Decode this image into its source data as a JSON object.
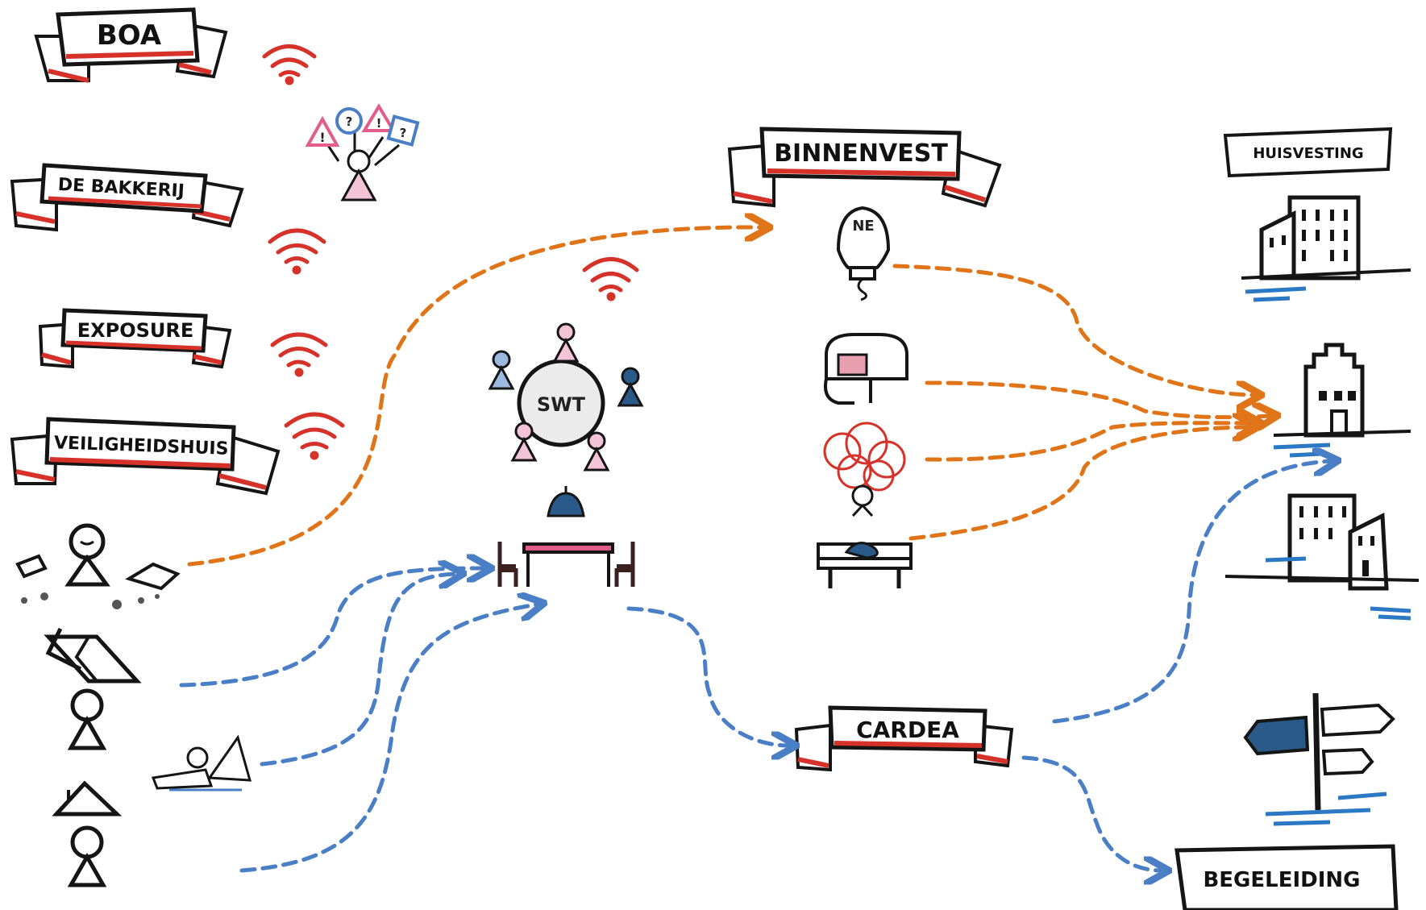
{
  "colors": {
    "ink": "#151515",
    "red": "#d6322a",
    "orange": "#e07418",
    "blue": "#4a7fc6",
    "pink": "#e35d8a",
    "navy": "#2a5a8a",
    "water": "#2b78c4"
  },
  "banners": {
    "boa": "BOA",
    "de_bakkerij": "DE BAKKERIJ",
    "exposure": "EXPOSURE",
    "veiligheidshuis": "VEILIGHEIDSHUIS",
    "binnenvest": "BINNENVEST",
    "cardea": "CARDEA",
    "huisvesting": "HUISVESTING",
    "begeleiding": "BEGELEIDING"
  },
  "center": {
    "swt": "SWT"
  },
  "lightbulb": {
    "label": "NE"
  },
  "icons": [
    "wifi-icon",
    "sign-holder-icon",
    "lightbulb-icon",
    "mailbox-icon",
    "tangled-thoughts-icon",
    "bench-icon",
    "meeting-table-icon",
    "bell-icon",
    "broken-house-icon",
    "house-icon",
    "lying-person-icon",
    "apartment-building-icon",
    "canal-house-icon",
    "signpost-icon"
  ]
}
